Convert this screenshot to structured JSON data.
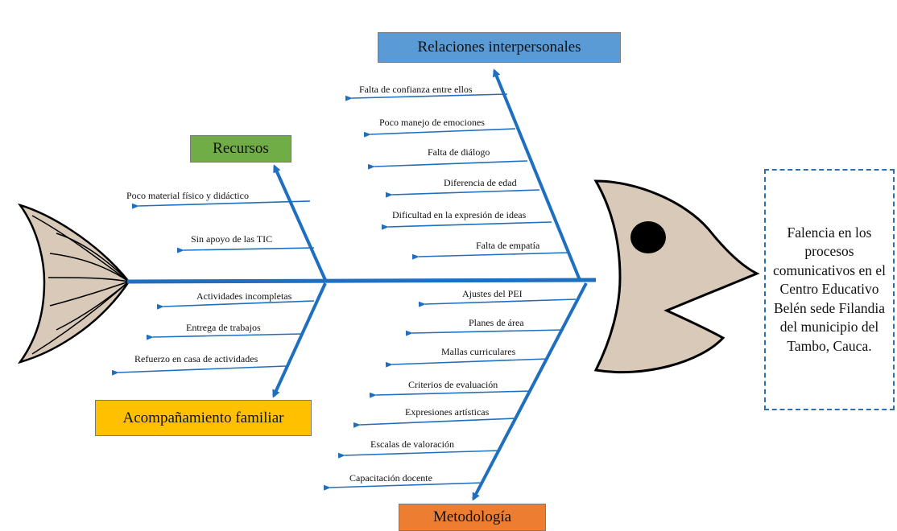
{
  "problem": "Falencia en los procesos comunicativos en el Centro Educativo Belén sede Filandia del municipio del Tambo, Cauca.",
  "colors": {
    "spine": "#1f6fc0",
    "fish_body": "#d9c9b9",
    "outline": "#000000",
    "problem_border": "#2e6fad"
  },
  "categories": [
    {
      "id": "relaciones",
      "label": "Relaciones interpersonales",
      "color": "#5b9bd5",
      "causes": [
        "Falta de confianza entre ellos",
        "Poco manejo de emociones",
        "Falta de diálogo",
        "Diferencia de edad",
        "Dificultad en la expresión de ideas",
        "Falta de empatía"
      ]
    },
    {
      "id": "recursos",
      "label": "Recursos",
      "color": "#70ad47",
      "causes": [
        "Poco material físico y didáctico",
        "Sin apoyo de las TIC"
      ]
    },
    {
      "id": "acompanamiento",
      "label": "Acompañamiento familiar",
      "color": "#ffc000",
      "causes": [
        "Actividades incompletas",
        "Entrega de trabajos",
        "Refuerzo en casa de actividades"
      ]
    },
    {
      "id": "metodologia",
      "label": "Metodología",
      "color": "#ed7d31",
      "causes": [
        "Ajustes del PEI",
        "Planes de área",
        "Mallas curriculares",
        "Criterios de evaluación",
        "Expresiones artísticas",
        "Escalas de valoración",
        "Capacitación docente"
      ]
    }
  ]
}
